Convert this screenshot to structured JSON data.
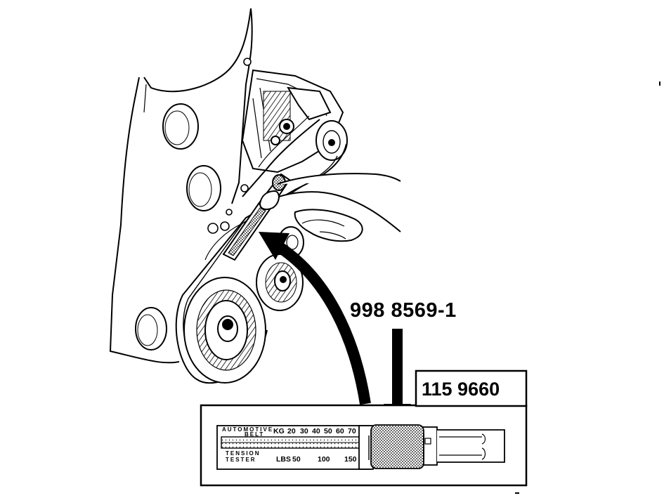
{
  "callouts": {
    "tool_number": "998 8569-1",
    "gauge_number": "115 9660"
  },
  "gauge": {
    "brand_line1": "AUTOMOTIVE",
    "brand_line2": "BELT",
    "brand_line3": "TENSION",
    "brand_line4": "TESTER",
    "kg_unit": "KG",
    "kg_ticks": [
      "20",
      "30",
      "40",
      "50",
      "60",
      "70"
    ],
    "lbs_unit": "LBS",
    "lbs_ticks": [
      "50",
      "100",
      "150"
    ]
  }
}
